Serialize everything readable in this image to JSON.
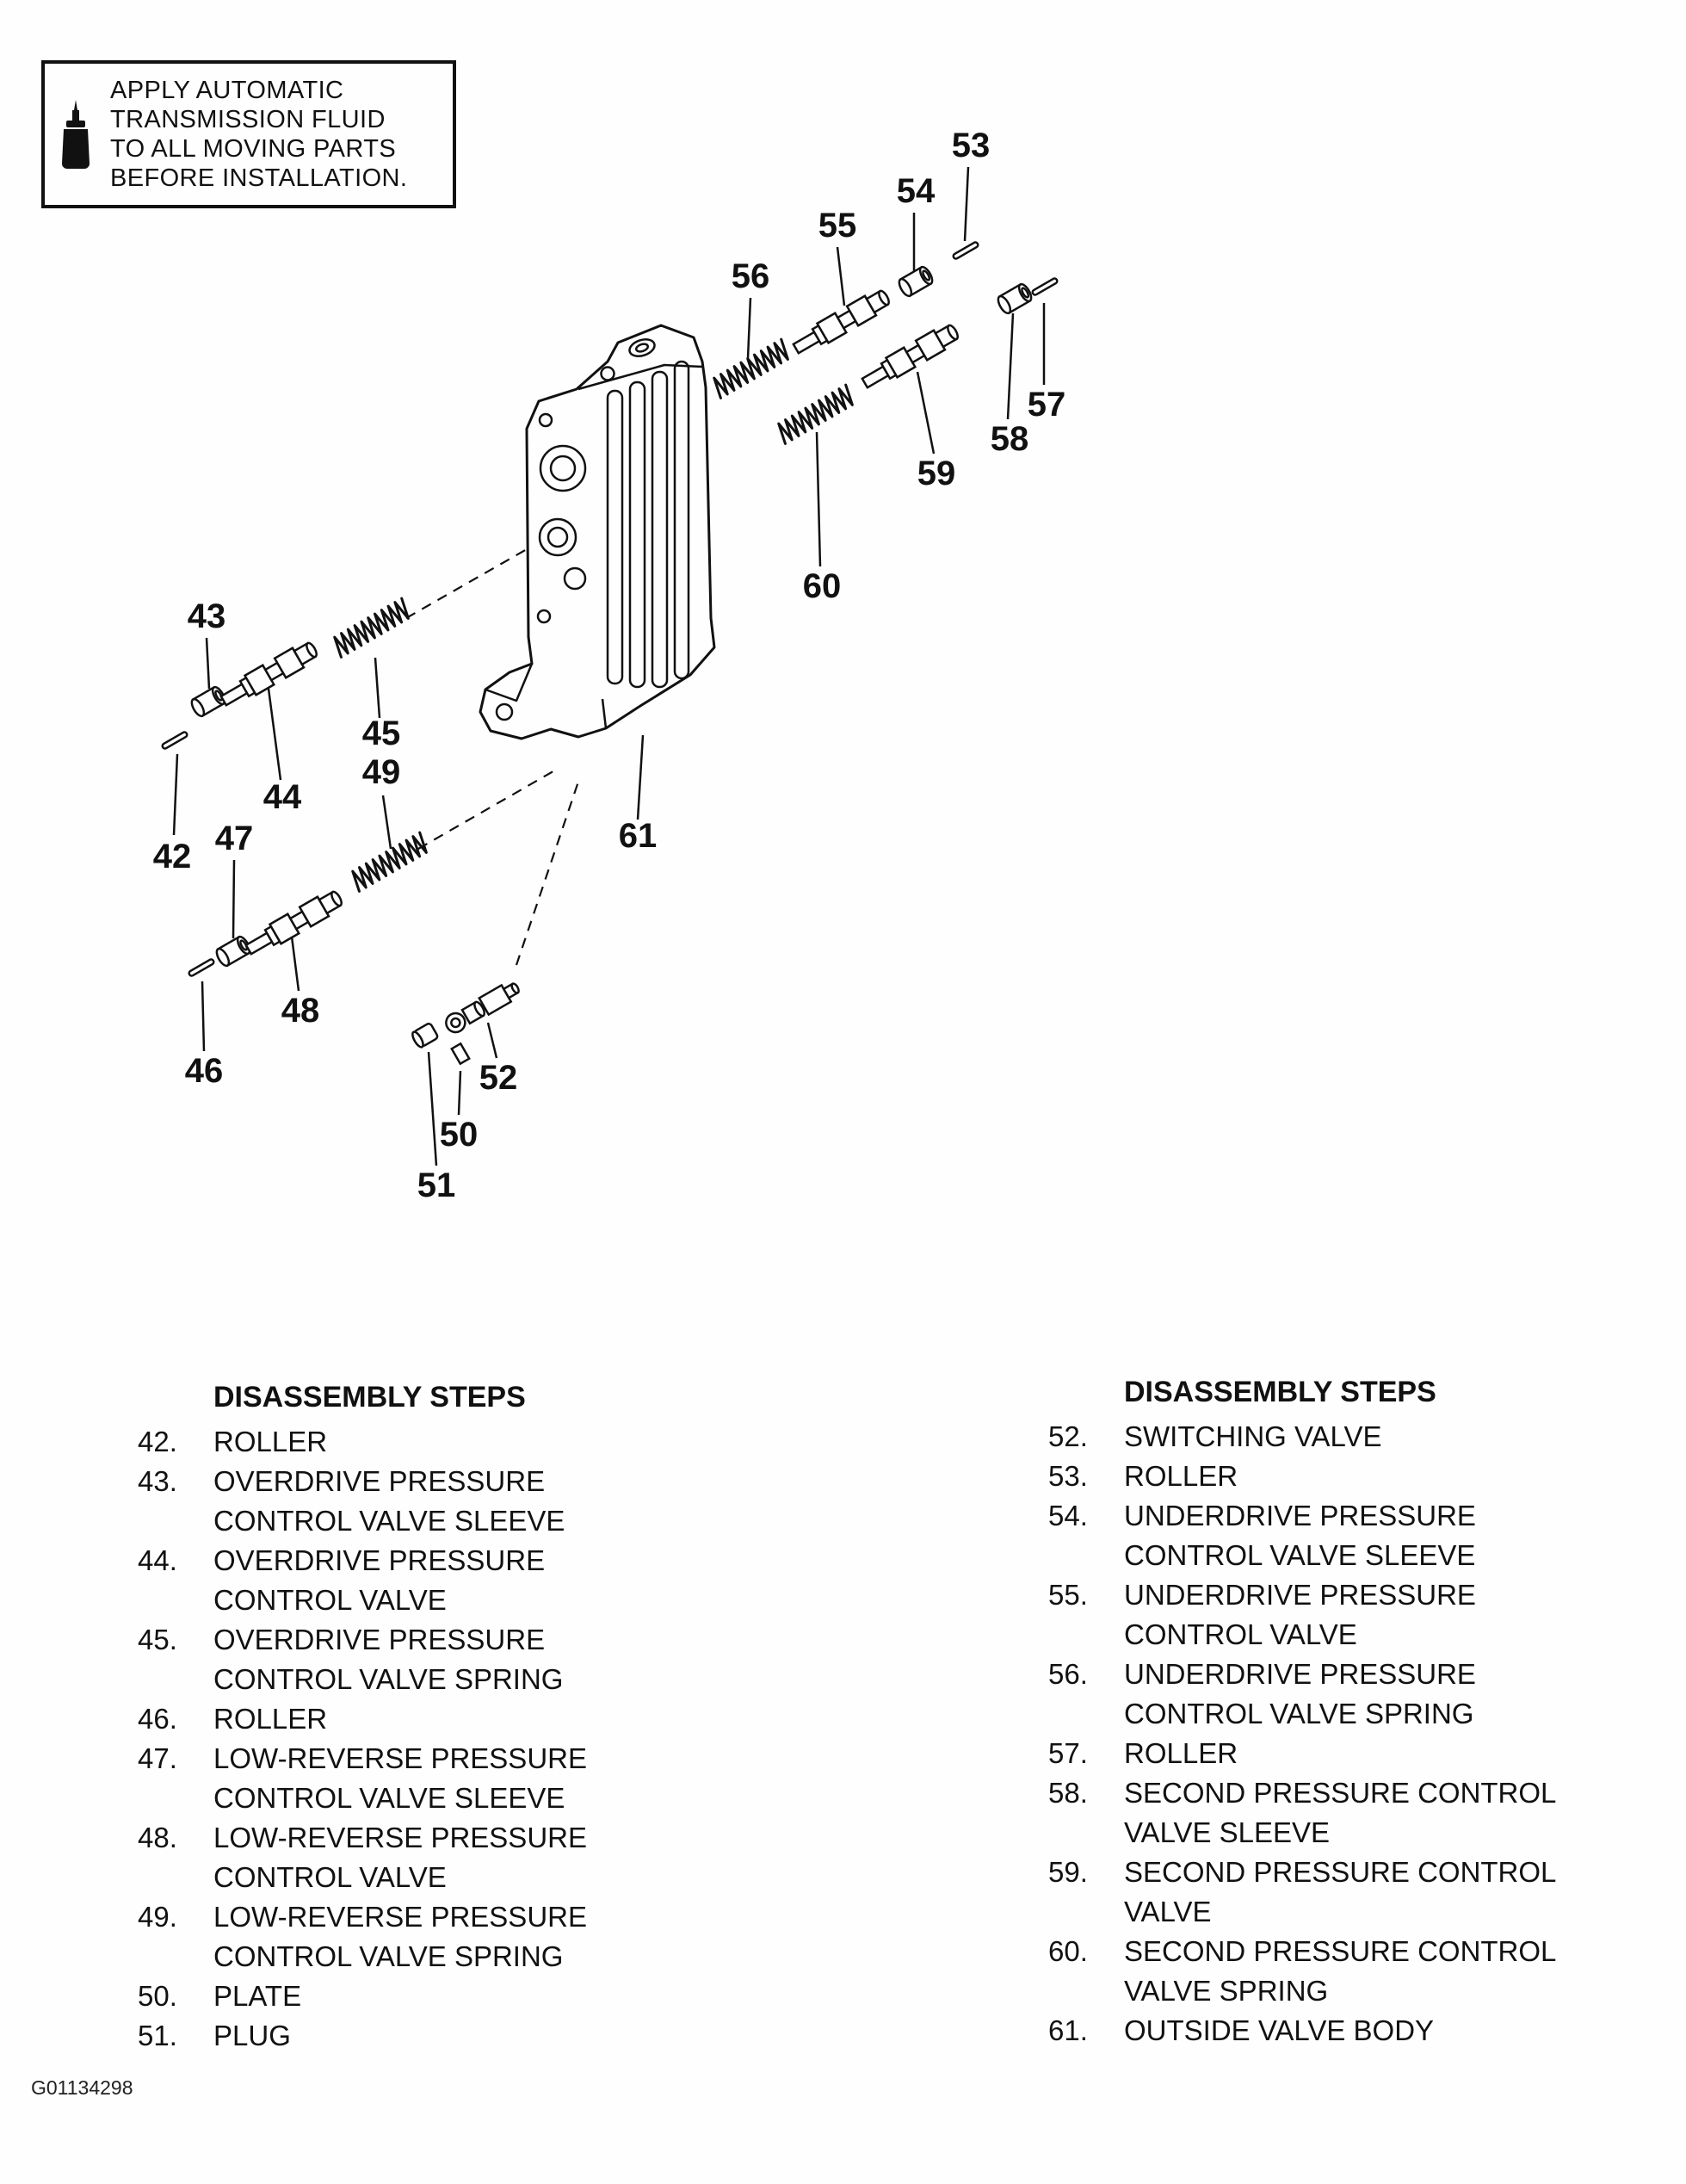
{
  "warning": {
    "lines": [
      "APPLY AUTOMATIC",
      "TRANSMISSION FLUID",
      "TO ALL MOVING PARTS",
      "BEFORE INSTALLATION."
    ]
  },
  "icons": {
    "warning_icon": "oil-can-icon"
  },
  "figure_id": "G01134298",
  "callouts": [
    "42",
    "43",
    "44",
    "45",
    "46",
    "47",
    "48",
    "49",
    "50",
    "51",
    "52",
    "53",
    "54",
    "55",
    "56",
    "57",
    "58",
    "59",
    "60",
    "61"
  ],
  "left_list": {
    "title": "DISASSEMBLY STEPS",
    "items": [
      {
        "num": "42.",
        "lines": [
          "ROLLER"
        ]
      },
      {
        "num": "43.",
        "lines": [
          "OVERDRIVE PRESSURE",
          "CONTROL VALVE SLEEVE"
        ]
      },
      {
        "num": "44.",
        "lines": [
          "OVERDRIVE PRESSURE",
          "CONTROL VALVE"
        ]
      },
      {
        "num": "45.",
        "lines": [
          "OVERDRIVE PRESSURE",
          "CONTROL VALVE SPRING"
        ]
      },
      {
        "num": "46.",
        "lines": [
          "ROLLER"
        ]
      },
      {
        "num": "47.",
        "lines": [
          "LOW-REVERSE PRESSURE",
          "CONTROL VALVE SLEEVE"
        ]
      },
      {
        "num": "48.",
        "lines": [
          "LOW-REVERSE PRESSURE",
          "CONTROL VALVE"
        ]
      },
      {
        "num": "49.",
        "lines": [
          "LOW-REVERSE PRESSURE",
          "CONTROL VALVE SPRING"
        ]
      },
      {
        "num": "50.",
        "lines": [
          "PLATE"
        ]
      },
      {
        "num": "51.",
        "lines": [
          "PLUG"
        ]
      }
    ]
  },
  "right_list": {
    "title": "DISASSEMBLY STEPS",
    "items": [
      {
        "num": "52.",
        "lines": [
          "SWITCHING VALVE"
        ]
      },
      {
        "num": "53.",
        "lines": [
          "ROLLER"
        ]
      },
      {
        "num": "54.",
        "lines": [
          "UNDERDRIVE PRESSURE",
          "CONTROL VALVE SLEEVE"
        ]
      },
      {
        "num": "55.",
        "lines": [
          "UNDERDRIVE PRESSURE",
          "CONTROL VALVE"
        ]
      },
      {
        "num": "56.",
        "lines": [
          "UNDERDRIVE PRESSURE",
          "CONTROL VALVE SPRING"
        ]
      },
      {
        "num": "57.",
        "lines": [
          "ROLLER"
        ]
      },
      {
        "num": "58.",
        "lines": [
          "SECOND PRESSURE CONTROL",
          "VALVE SLEEVE"
        ]
      },
      {
        "num": "59.",
        "lines": [
          "SECOND PRESSURE CONTROL",
          "VALVE"
        ]
      },
      {
        "num": "60.",
        "lines": [
          "SECOND PRESSURE CONTROL",
          "VALVE SPRING"
        ]
      },
      {
        "num": "61.",
        "lines": [
          "OUTSIDE VALVE BODY"
        ]
      }
    ]
  }
}
